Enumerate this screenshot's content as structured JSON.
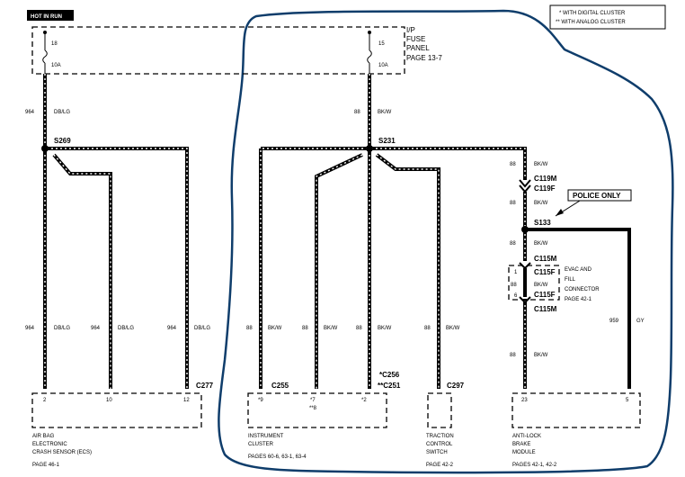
{
  "hot_in_run": "HOT IN RUN",
  "legend": {
    "digital": "* WITH DIGITAL CLUSTER",
    "analog": "** WITH ANALOG CLUSTER"
  },
  "fuse_panel": {
    "line1": "I/P",
    "line2": "FUSE",
    "line3": "PANEL",
    "page": "PAGE 13-7",
    "fuse_a_top": "18",
    "fuse_a_bottom": "10A",
    "fuse_b_top": "15",
    "fuse_b_bottom": "10A"
  },
  "circuits": {
    "c964": "964",
    "dbl_g": "DB/LG",
    "c88": "88",
    "bk_w": "BK/W",
    "c959": "959",
    "gy": "GY"
  },
  "splices": {
    "s269": "S269",
    "s231": "S231",
    "s133": "S133"
  },
  "connectors": {
    "c277": "C277",
    "c255": "C255",
    "c256": "*C256",
    "c251": "**C251",
    "c297": "C297",
    "c119m": "C119M",
    "c119f": "C119F",
    "c115m_top": "C115M",
    "c115f_top": "C115F",
    "c115f_bottom": "C115F",
    "c115m_bottom": "C115M"
  },
  "police_only": "POLICE ONLY",
  "evac": {
    "line1": "EVAC AND",
    "line2": "FILL",
    "line3": "CONNECTOR",
    "page": "PAGE 42-1",
    "pin_top": "1",
    "pin_bottom": "6"
  },
  "pins": {
    "airbag_2": "2",
    "airbag_10": "10",
    "airbag_12": "12",
    "ic_9": "*9",
    "ic_7": "*7",
    "ic_8": "**8",
    "ic_2": "*2",
    "abs_23": "23",
    "abs_5": "5"
  },
  "components": {
    "airbag": [
      "AIR BAG",
      "ELECTRONIC",
      "CRASH SENSOR (ECS)",
      "PAGE 46-1"
    ],
    "cluster": [
      "INSTRUMENT",
      "CLUSTER",
      "PAGES 60-6, 63-1, 63-4"
    ],
    "traction": [
      "TRACTION",
      "CONTROL",
      "SWITCH",
      "PAGE 42-2"
    ],
    "abs": [
      "ANTI-LOCK",
      "BRAKE",
      "MODULE",
      "PAGES 42-1, 42-2"
    ]
  }
}
